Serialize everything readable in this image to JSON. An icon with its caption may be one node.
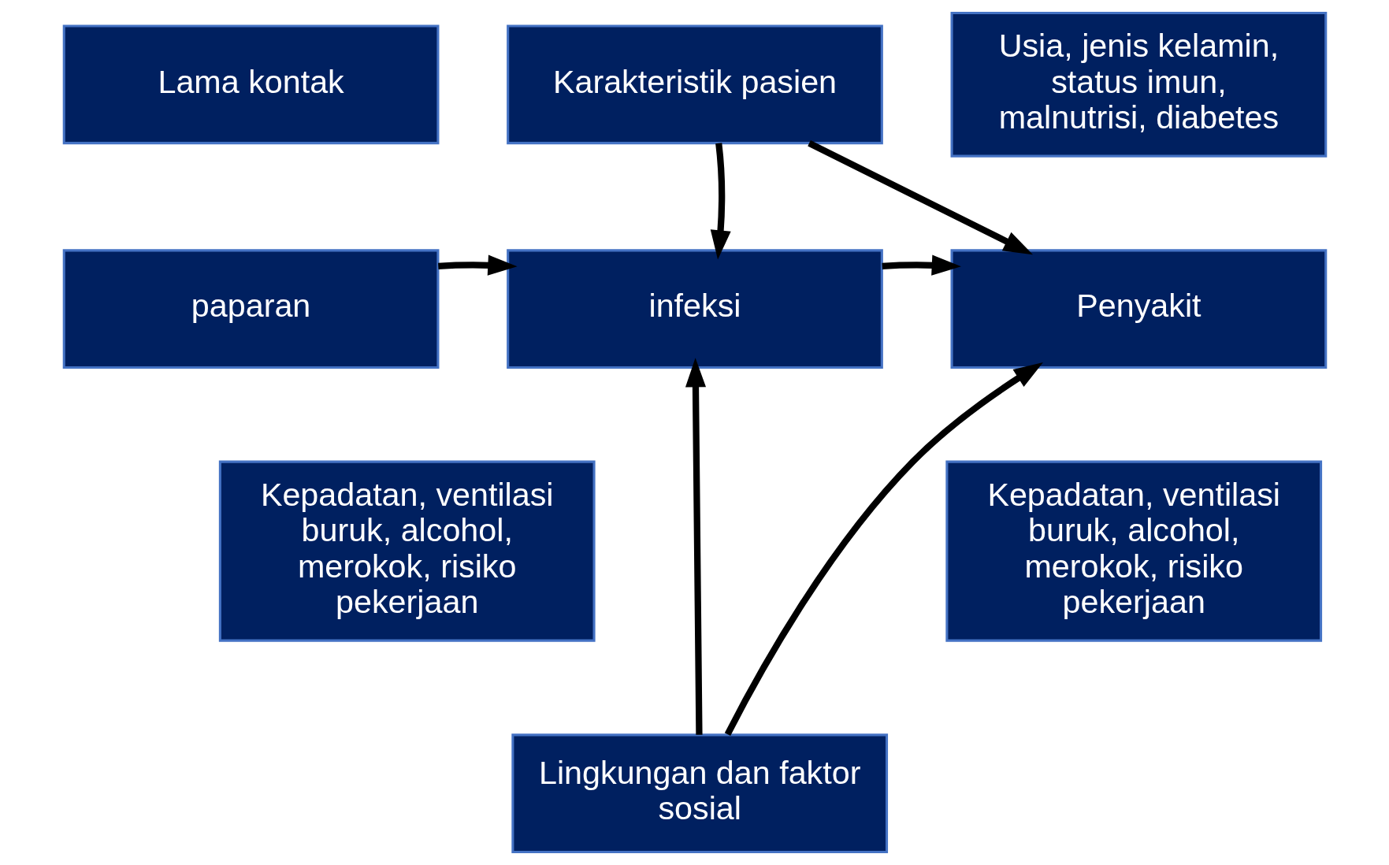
{
  "diagram": {
    "nodes": [
      {
        "text": [
          "Karakteristik pasien"
        ]
      },
      {
        "text": [
          "Lama kontak"
        ]
      },
      {
        "text": [
          "Usia, jenis kelamin, status imun, malnutrisi, diabetes"
        ]
      },
      {
        "text": [
          "paparan"
        ]
      },
      {
        "text": [
          "infeksi"
        ]
      },
      {
        "text": [
          "Penyakit"
        ]
      },
      {
        "text": [
          "Kepadatan, ventilasi buruk, alcohol, merokok, risiko pekerjaan"
        ]
      },
      {
        "text": [
          "Kepadatan, ventilasi buruk, alcohol, merokok, risiko pekerjaan"
        ]
      },
      {
        "text": [
          "Lingkungan dan faktor sosial"
        ]
      }
    ],
    "edges": [
      {
        "from": 3,
        "to": 4,
        "arrow": "to"
      },
      {
        "from": 4,
        "to": 5,
        "arrow": "to"
      },
      {
        "from": 0,
        "to": 4,
        "arrow": "to"
      },
      {
        "from": 0,
        "to": 5,
        "arrow": "to"
      },
      {
        "from": 8,
        "to": 4,
        "arrow": "to"
      },
      {
        "from": 8,
        "to": 5,
        "arrow": "to"
      }
    ]
  }
}
